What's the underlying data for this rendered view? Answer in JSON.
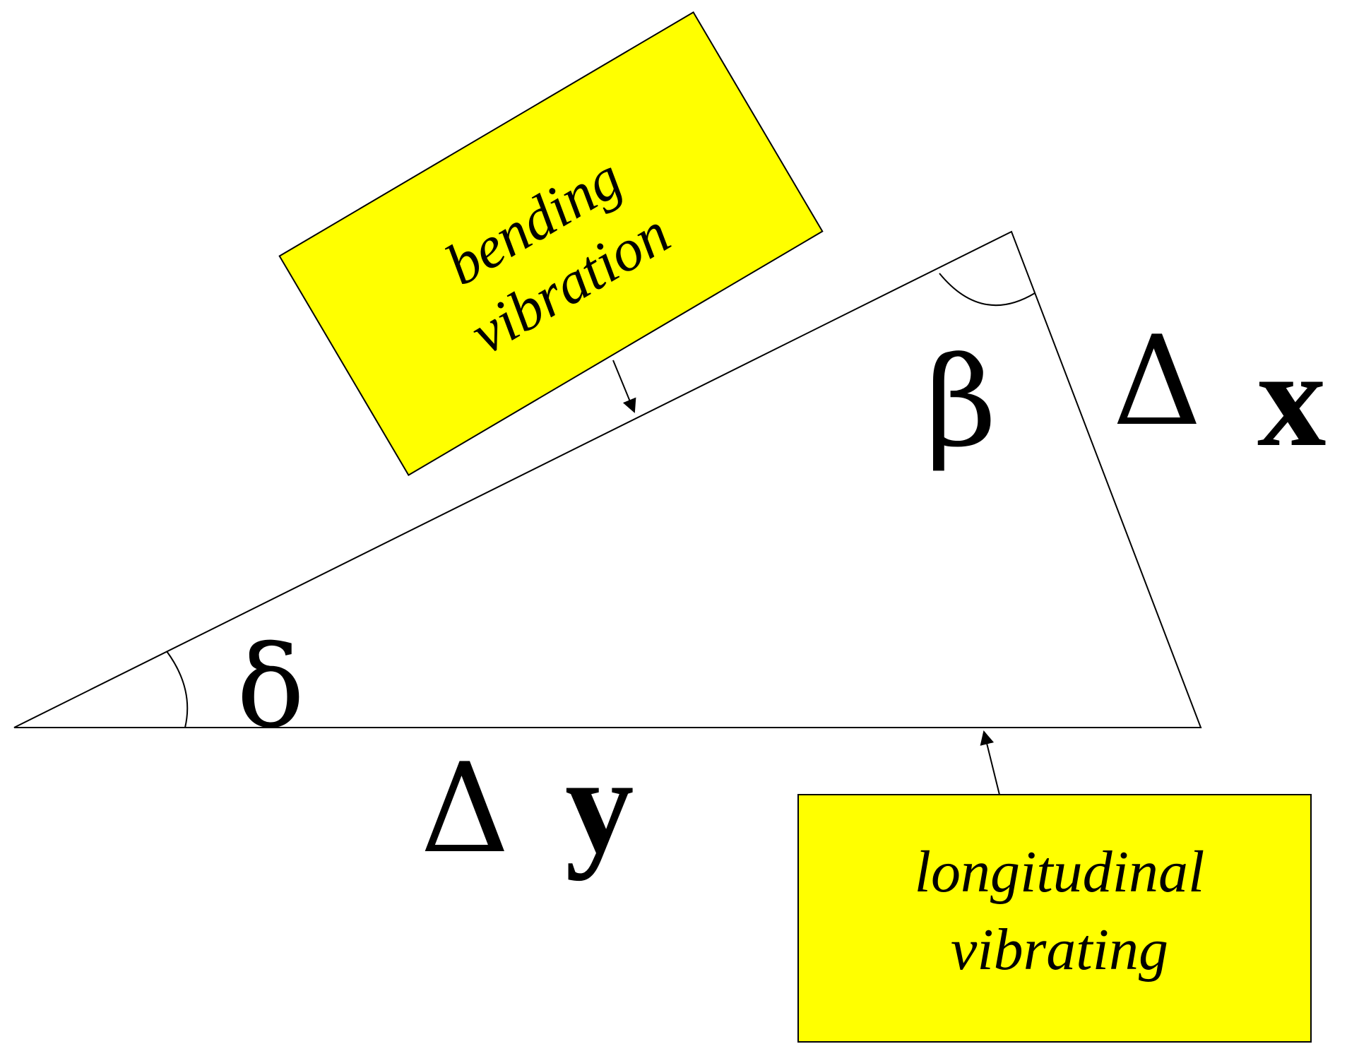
{
  "colors": {
    "box_fill": "#ffff00",
    "stroke": "#000000",
    "background": "#ffffff"
  },
  "boxes": {
    "bending": {
      "line1": "bending",
      "line2": "vibration"
    },
    "longitudinal": {
      "line1": "longitudinal",
      "line2": "vibrating"
    }
  },
  "angles": {
    "delta": "δ",
    "beta": "β"
  },
  "sides": {
    "delta_symbol": "Δ",
    "x_var": "x",
    "y_var": "y"
  }
}
